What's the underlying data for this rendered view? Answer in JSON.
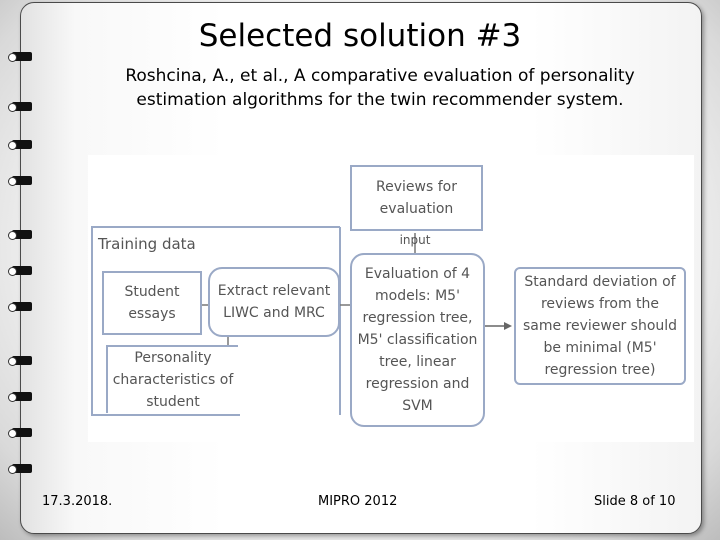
{
  "slide": {
    "title": "Selected solution #3",
    "subtitle_line1": "Roshcina, A., et al., A comparative evaluation of personality",
    "subtitle_line2": "estimation algorithms for the twin recommender system."
  },
  "diagram": {
    "reviews_box": "Reviews for evaluation",
    "training_data_label": "Training data",
    "student_essays": "Student essays",
    "extract_box": "Extract relevant LIWC and MRC",
    "personality_box": "Personality characteristics of student",
    "input_label": "input",
    "evaluation_box": "Evaluation of 4 models: M5' regression tree, M5' classification tree, linear regression and SVM",
    "result_box": "Standard deviation of reviews from the same reviewer should be minimal (M5' regression tree)"
  },
  "footer": {
    "date": "17.3.2018.",
    "conference": "MIPRO 2012",
    "slide_number": "Slide 8 of 10"
  }
}
